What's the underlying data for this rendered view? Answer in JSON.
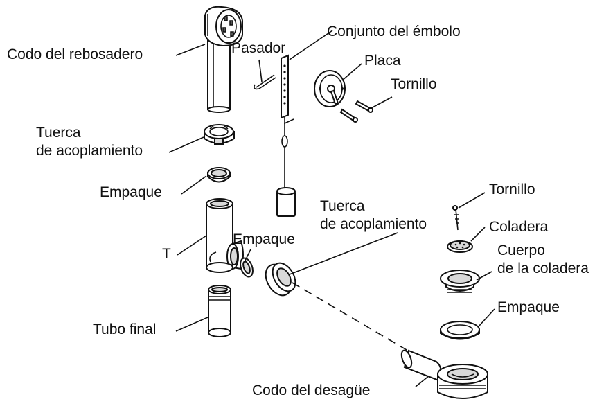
{
  "labels": {
    "overflow_elbow": "Codo del rebosadero",
    "pin": "Pasador",
    "plunger_assembly": "Conjunto del émbolo",
    "plate": "Placa",
    "screw_top": "Tornillo",
    "coupling_nut_left_line1": "Tuerca",
    "coupling_nut_left_line2": "de acoplamiento",
    "gasket_left": "Empaque",
    "tee": "T",
    "gasket_tee": "Empaque",
    "coupling_nut_mid_line1": "Tuerca",
    "coupling_nut_mid_line2": "de acoplamiento",
    "screw_right": "Tornillo",
    "strainer": "Coladera",
    "strainer_body_line1": "Cuerpo",
    "strainer_body_line2": "de la coladera",
    "gasket_right": "Empaque",
    "tailpiece": "Tubo final",
    "drain_elbow": "Codo del desagüe"
  }
}
